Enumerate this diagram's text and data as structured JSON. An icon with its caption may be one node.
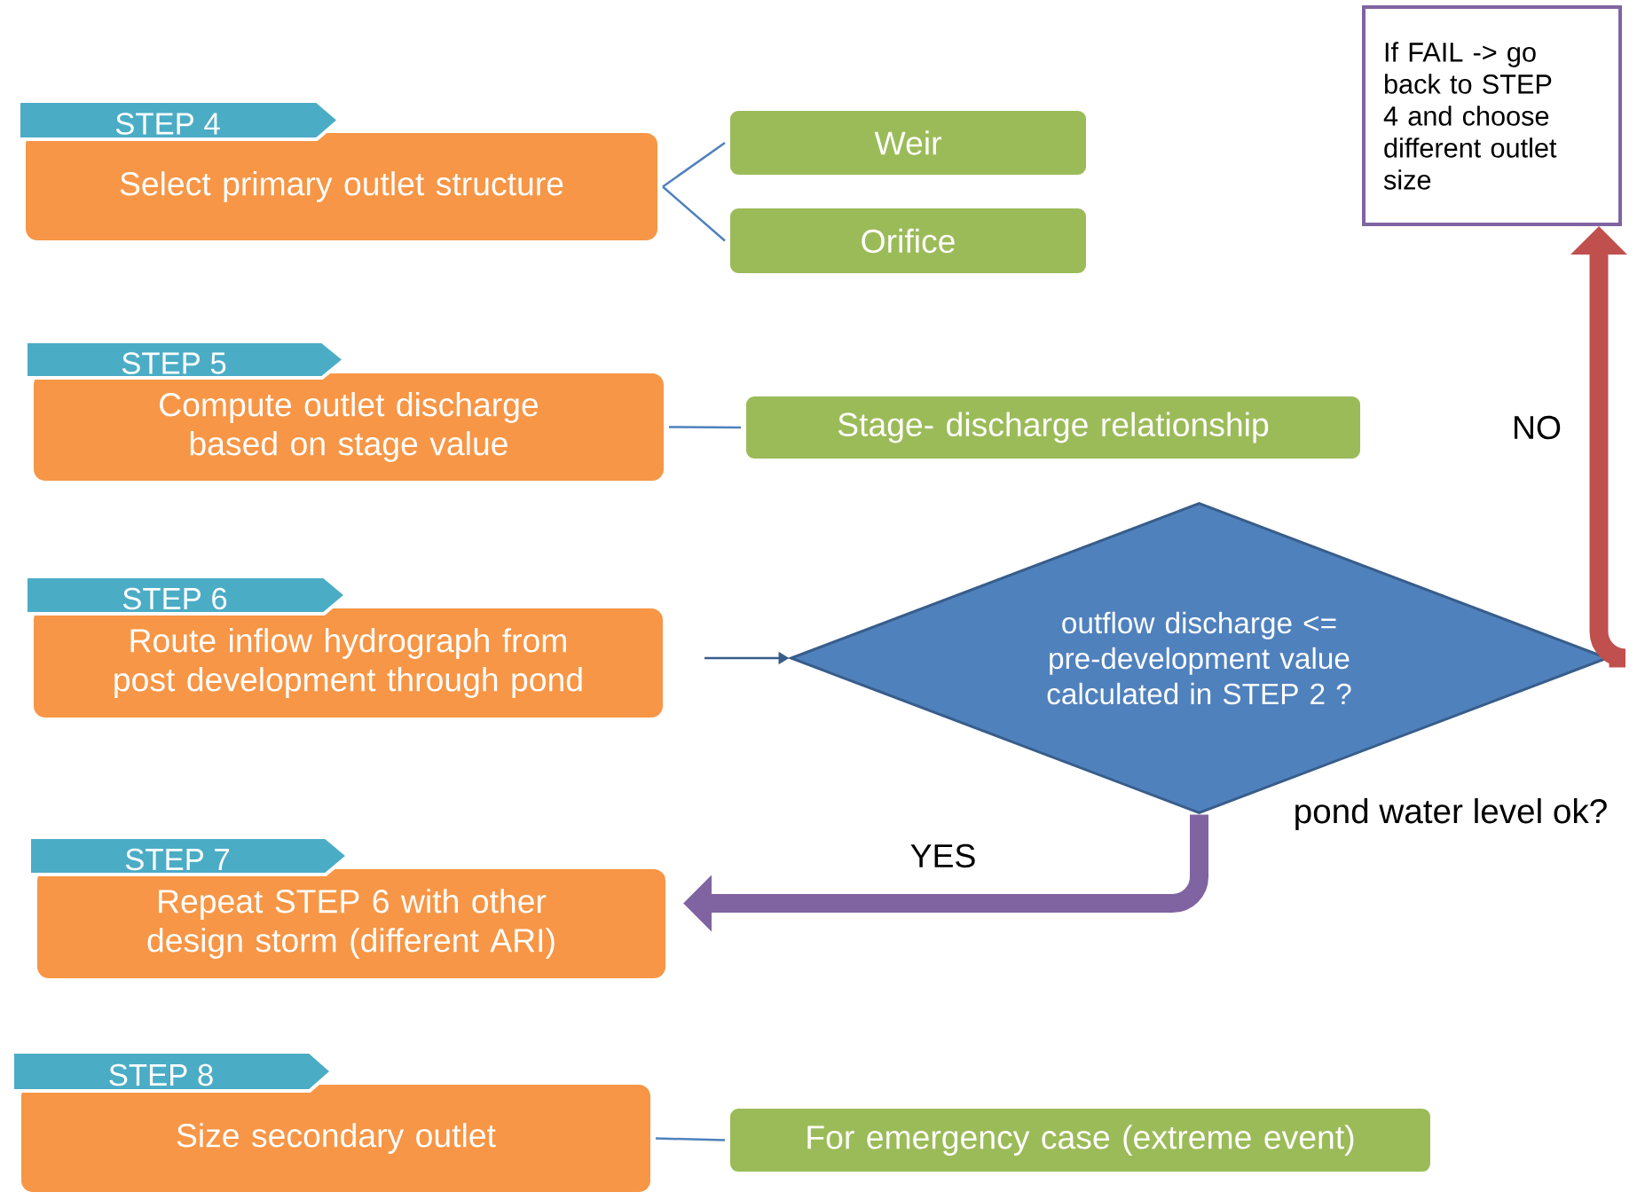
{
  "diagram": {
    "nodes": [
      {
        "text": [
          "STEP 4",
          "Select primary outlet structure"
        ]
      },
      {
        "text": [
          "Weir"
        ]
      },
      {
        "text": [
          "Orifice"
        ]
      },
      {
        "text": [
          "STEP 5",
          "Compute outlet discharge based on stage value"
        ]
      },
      {
        "text": [
          "Stage- discharge relationship"
        ]
      },
      {
        "text": [
          "STEP 6",
          "Route inflow hydrograph from post development through pond"
        ]
      },
      {
        "text": [
          "outflow discharge <= pre-development value calculated in STEP 2 ?"
        ],
        "beside": [
          "pond water level ok?"
        ]
      },
      {
        "text": [
          "STEP 7",
          "Repeat STEP 6 with other design storm (different ARI)"
        ]
      },
      {
        "text": [
          "If FAIL -> go back to STEP 4 and choose different outlet size"
        ]
      },
      {
        "text": [
          "STEP 8",
          "Size secondary outlet"
        ]
      },
      {
        "text": [
          "For emergency case (extreme event)"
        ]
      }
    ],
    "edges": [
      {
        "from": 0,
        "to": 1,
        "arrow": "none"
      },
      {
        "from": 0,
        "to": 2,
        "arrow": "none"
      },
      {
        "from": 3,
        "to": 4,
        "arrow": "none"
      },
      {
        "from": 5,
        "to": 6,
        "arrow": "to",
        "color": "#385d8a"
      },
      {
        "from": 6,
        "to": 7,
        "arrow": "to",
        "label": "YES",
        "style": "thick",
        "color": "#8064a2"
      },
      {
        "from": 6,
        "to": 8,
        "arrow": "to",
        "label": "NO",
        "style": "thick",
        "color": "#c0504d"
      },
      {
        "from": 9,
        "to": 10,
        "arrow": "none"
      }
    ]
  }
}
